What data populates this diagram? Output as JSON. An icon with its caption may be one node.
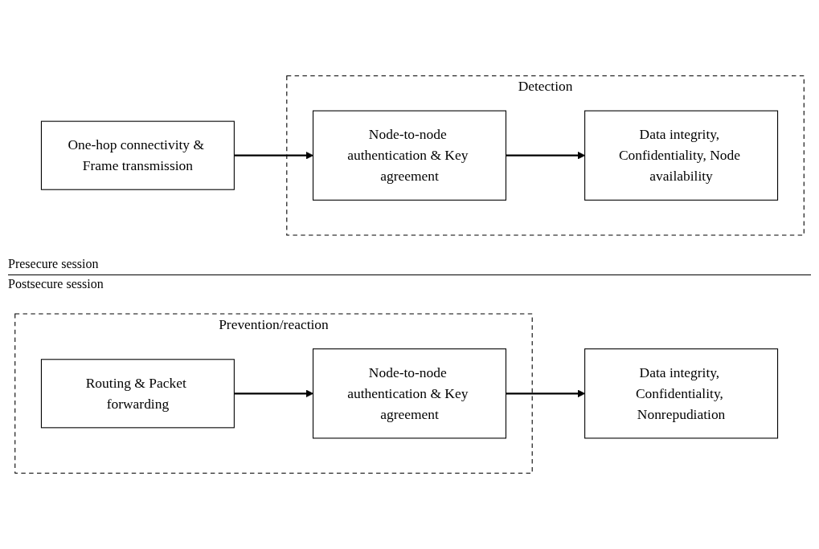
{
  "diagram": {
    "nodes": [
      {
        "text": [
          "One-hop connectivity & Frame transmission"
        ]
      },
      {
        "text": [
          "Detection"
        ]
      },
      {
        "text": [
          "Node-to-node authentication & Key agreement"
        ],
        "in": 1
      },
      {
        "text": [
          "Data integrity, Confidentiality, Node availability"
        ],
        "in": 1
      },
      {
        "text": [
          "Prevention/reaction"
        ]
      },
      {
        "text": [
          "Routing & Packet forwarding"
        ],
        "in": 4
      },
      {
        "text": [
          "Node-to-node authentication & Key agreement"
        ],
        "in": 4
      },
      {
        "text": [
          "Data integrity, Confidentiality, Nonrepudiation"
        ]
      }
    ],
    "edges": [
      {
        "from": 0,
        "to": 2,
        "arrow": "to"
      },
      {
        "from": 2,
        "to": 3,
        "arrow": "to"
      },
      {
        "from": 5,
        "to": 6,
        "arrow": "to"
      },
      {
        "from": 6,
        "to": 7,
        "arrow": "to"
      }
    ],
    "labels": [
      "Presecure session",
      "Postsecure session"
    ]
  }
}
